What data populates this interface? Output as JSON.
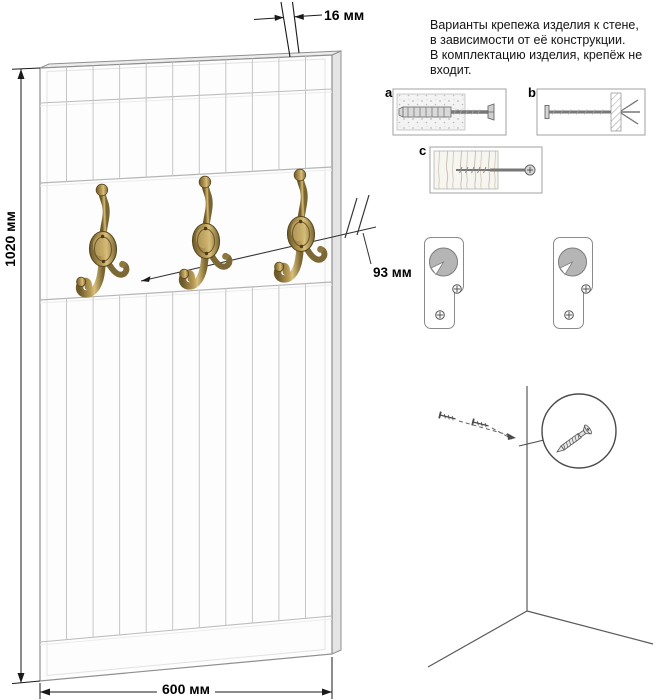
{
  "page": {
    "background": "#ffffff"
  },
  "dimensions": {
    "thickness": "16 мм",
    "height": "1020 мм",
    "width": "600 мм",
    "hook_spacing": "93 мм"
  },
  "note": {
    "lines": [
      "Варианты крепежа изделия к стене,",
      "в зависимости от её конструкции.",
      "В комплектацию изделия, крепёж не",
      "входит."
    ]
  },
  "fastener_options": {
    "a": "a",
    "b": "b",
    "c": "c"
  },
  "colors": {
    "line_art": "#4a4a4a",
    "dimension": "#1a1a1a",
    "panel_outline": "#8f8f8f",
    "plank_line": "#c6c6c6",
    "bronze": "#9c8446",
    "keyhole_fill": "#b5b5b5"
  }
}
